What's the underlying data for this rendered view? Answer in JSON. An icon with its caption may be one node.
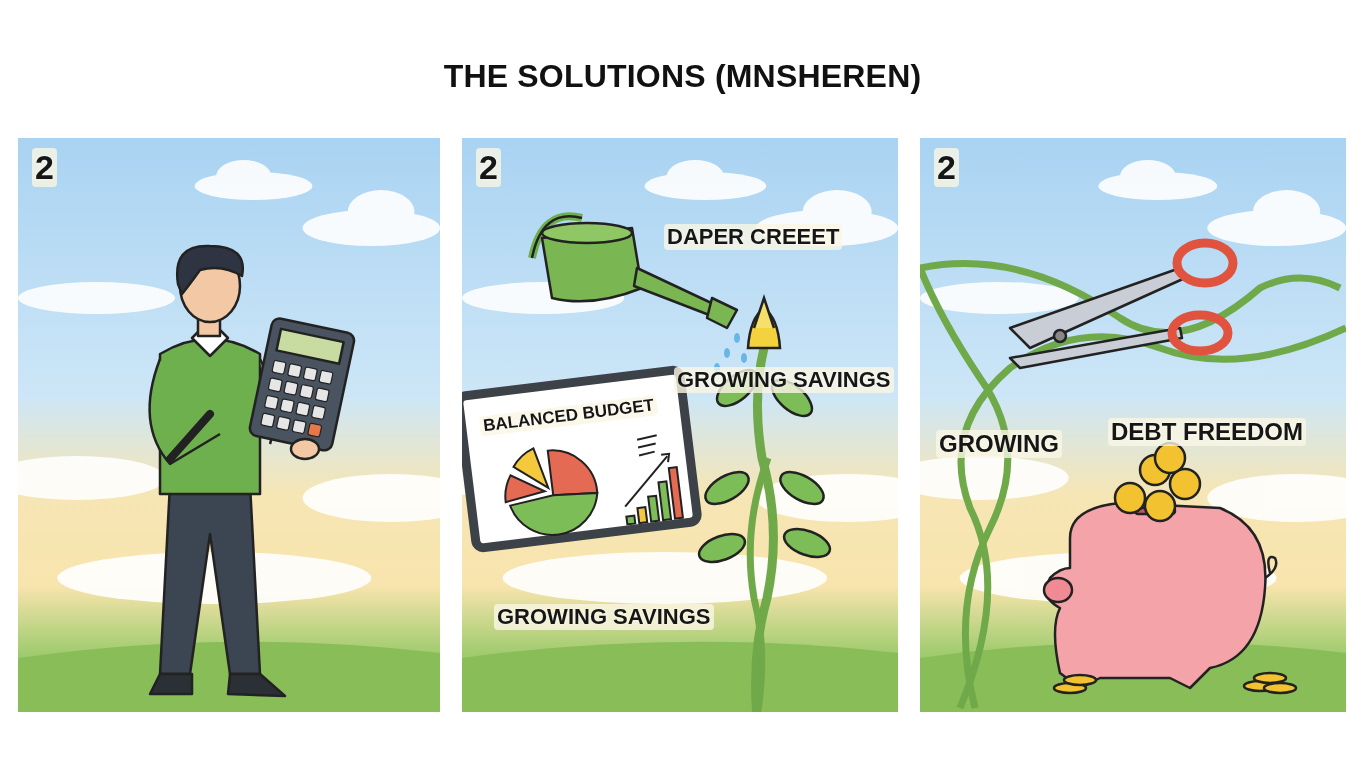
{
  "diagram": {
    "title": "THE SOLUTIONS (MNSHEREN)",
    "nodes": [
      {
        "text": [
          "2"
        ]
      },
      {
        "text": [
          "2",
          "DAPER CREEET",
          "GROWING SAVINGS",
          "GROWING SAVINGS"
        ]
      },
      {
        "text": [
          "BALANCED BUDGET"
        ],
        "in": 1
      },
      {
        "text": [
          "2",
          "GROWING",
          "DEBT FREEDOM"
        ]
      }
    ]
  }
}
